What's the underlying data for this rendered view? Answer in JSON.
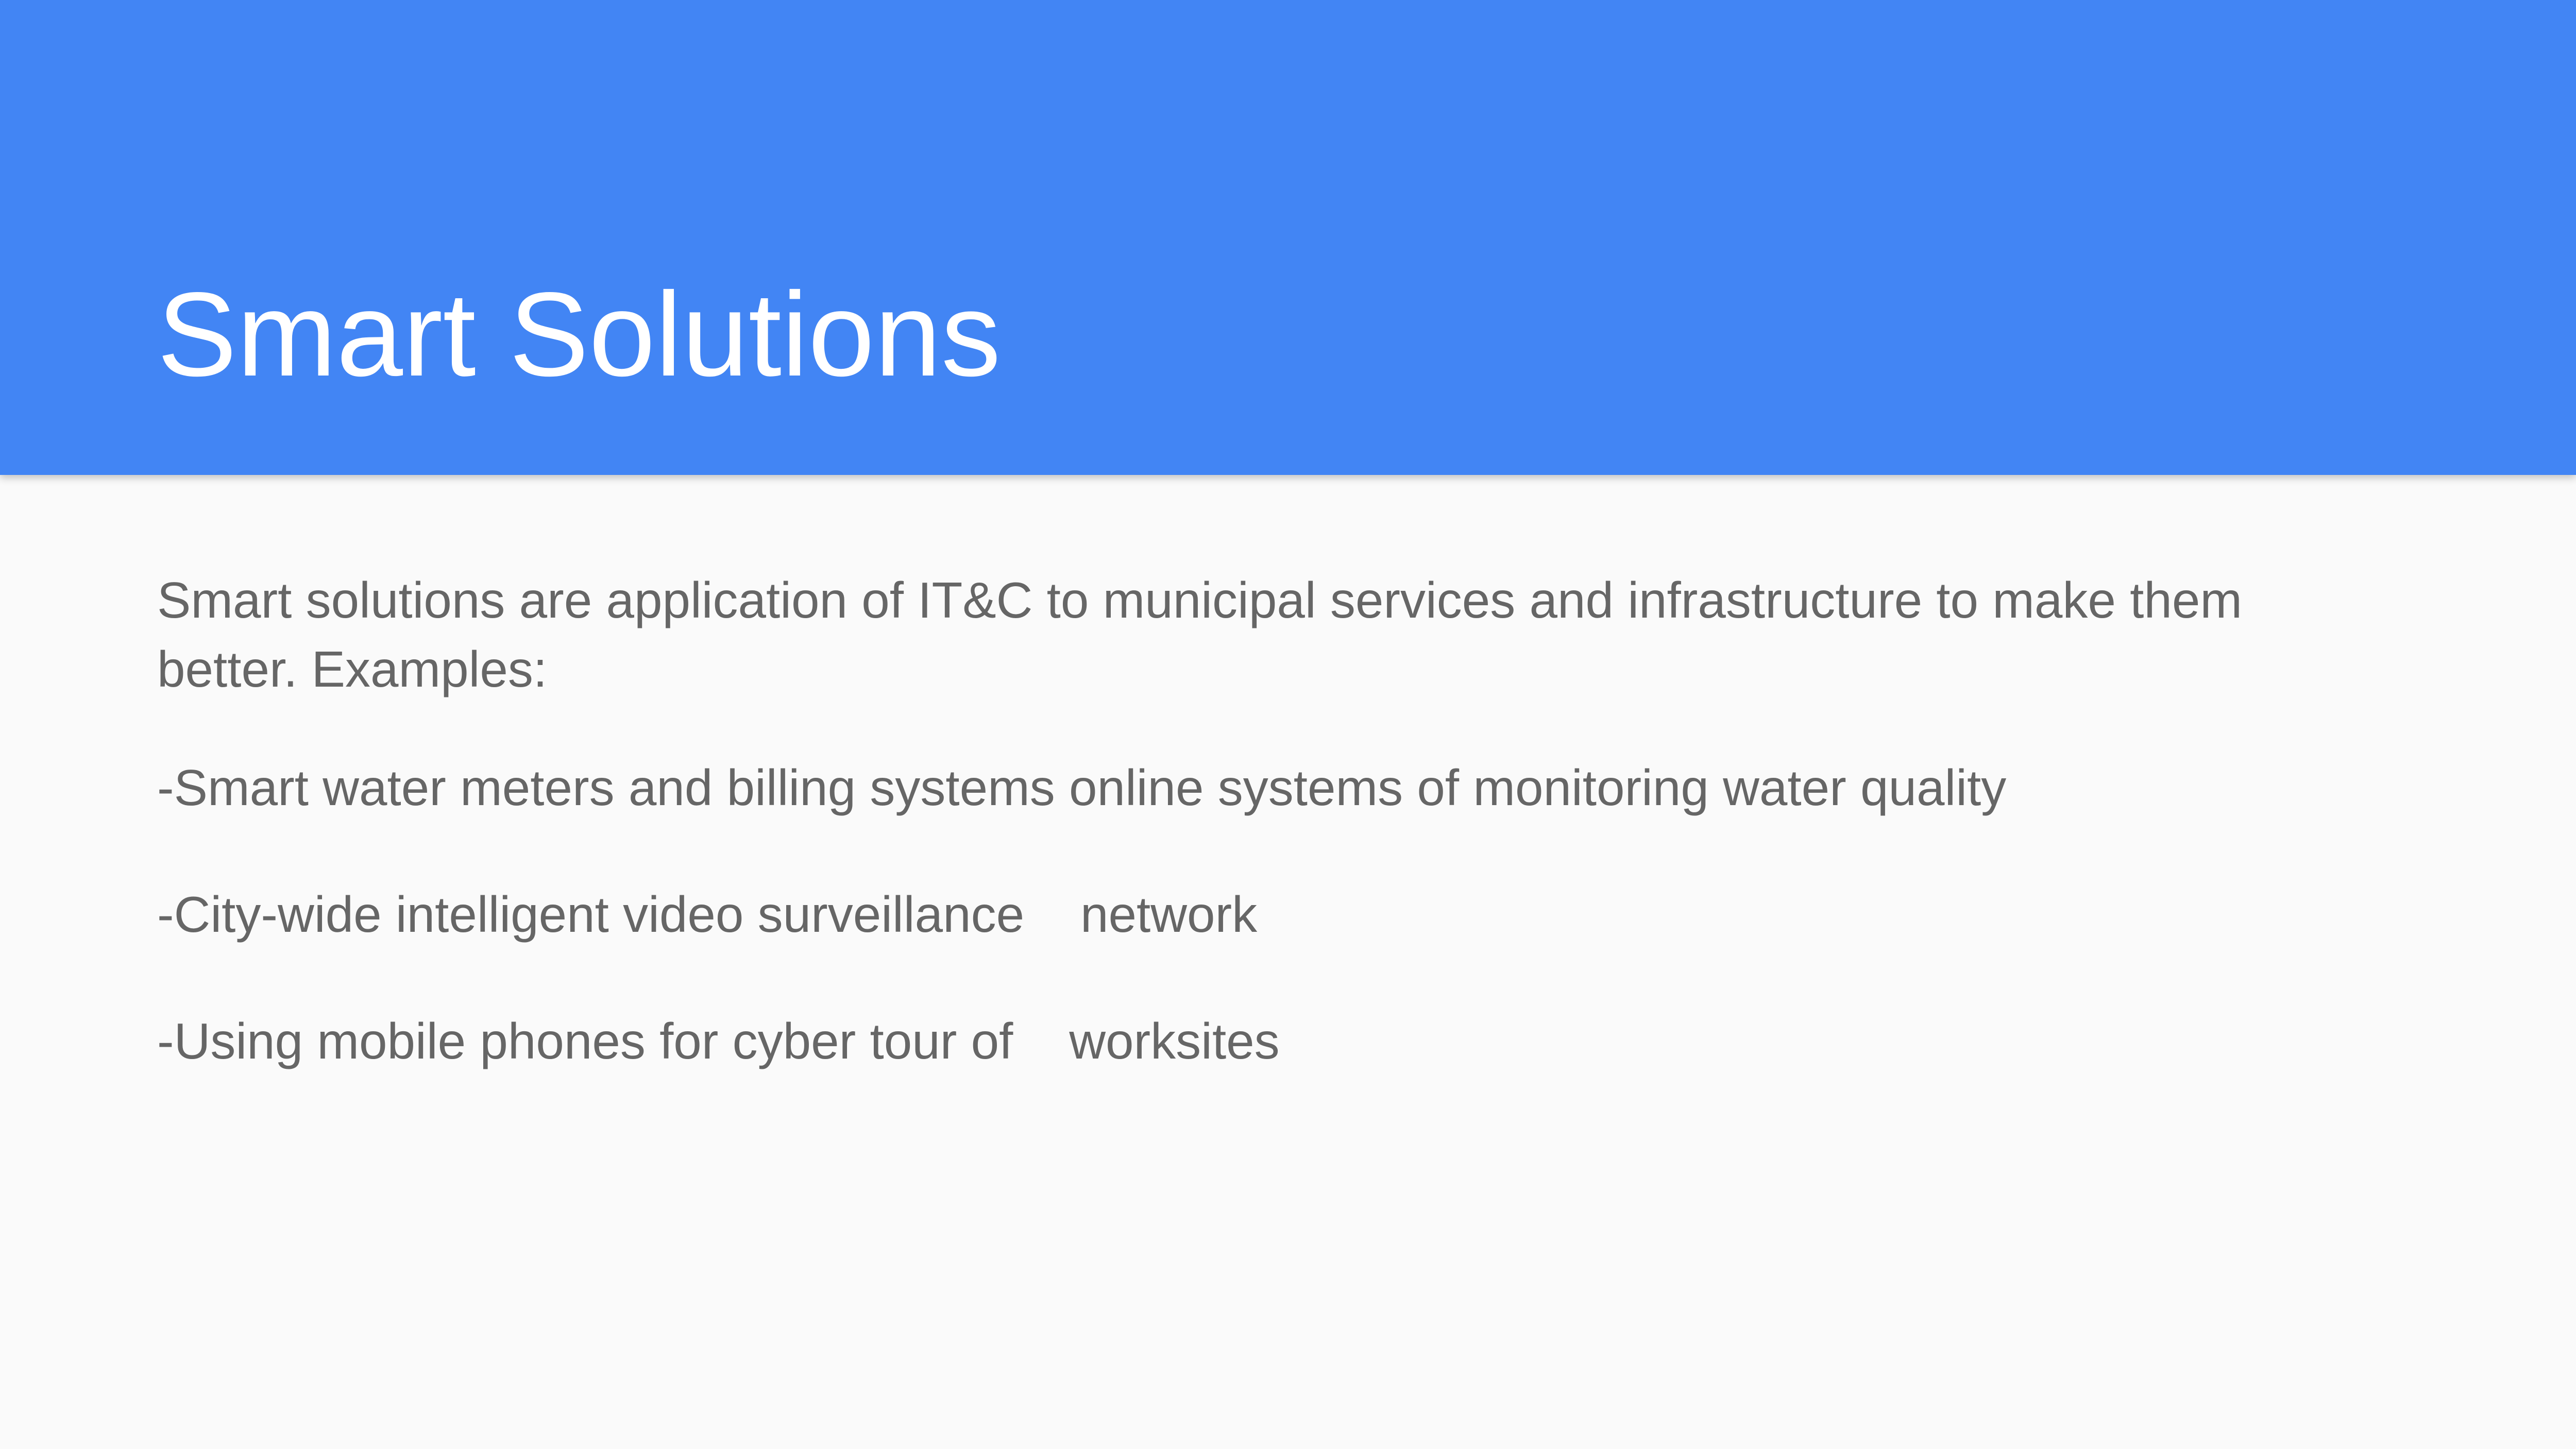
{
  "slide": {
    "title": "Smart Solutions",
    "intro": "Smart solutions are application of IT&C to municipal services and infrastructure to make them better. Examples:",
    "items": [
      "-Smart water meters and billing systems online systems of monitoring water quality",
      "-City-wide intelligent video surveillance    network",
      "-Using mobile phones for cyber tour of    worksites"
    ]
  },
  "colors": {
    "header_background": "#4285f4",
    "slide_background": "#fafafa",
    "title_text": "#ffffff",
    "body_text": "#666666"
  }
}
